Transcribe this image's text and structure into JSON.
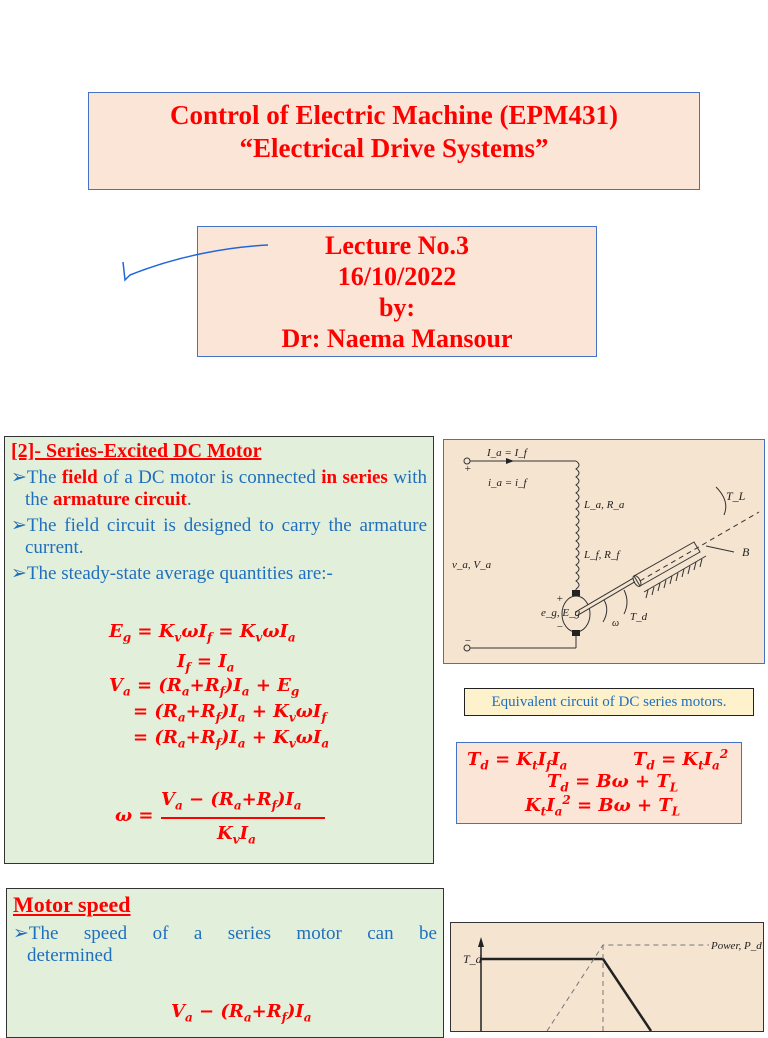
{
  "title_slide": {
    "course_line": "Control of Electric Machine (EPM431)",
    "subtitle_line": "“Electrical Drive Systems”",
    "lecture": "Lecture No.3",
    "date": "16/10/2022",
    "by": "by:",
    "author": "Dr: Naema Mansour"
  },
  "series_section": {
    "heading": "[2]- Series-Excited DC Motor",
    "bullets": [
      {
        "parts": [
          "The ",
          "field",
          " of a DC motor is connected ",
          "in series",
          " with the ",
          "armature circuit",
          "."
        ]
      },
      {
        "text": "The field circuit is designed to carry the armature current."
      },
      {
        "text": "The steady-state average quantities are:-"
      }
    ],
    "equations": {
      "eg": "E_g = K_v ω I_f = K_v ω I_a",
      "if": "I_f = I_a",
      "va1": "V_a = (R_a + R_f) I_a + E_g",
      "va2": "= (R_a + R_f) I_a + K_v ω I_f",
      "va3": "= (R_a + R_f) I_a + K_v ω I_a",
      "omega_num": "V_a − (R_a + R_f) I_a",
      "omega_den": "K_v I_a"
    }
  },
  "circuit_figure": {
    "labels": {
      "current_top": "I_a = I_f",
      "current_small": "i_a = i_f",
      "armature": "L_a, R_a",
      "field": "L_f, R_f",
      "voltage": "v_a, V_a",
      "emf": "e_g, E_g",
      "load_torque": "T_L",
      "friction": "B",
      "speed": "ω",
      "dev_torque": "T_d",
      "plus": "+",
      "minus": "−"
    },
    "caption": "Equivalent circuit of DC series motors."
  },
  "torque_equations": {
    "td1": "T_d = K_t I_f I_a",
    "td2": "T_d = K_t I_a²",
    "td3": "T_d = Bω + T_L",
    "td4": "K_t I_a² = Bω + T_L"
  },
  "motor_speed": {
    "heading": "Motor speed",
    "bullet": "The speed of a series motor can be determined",
    "eq_partial": "V_a − (R_a + R_f) I_a"
  },
  "speed_chart": {
    "y_label": "T_d",
    "power_label": "Power, P_d"
  }
}
